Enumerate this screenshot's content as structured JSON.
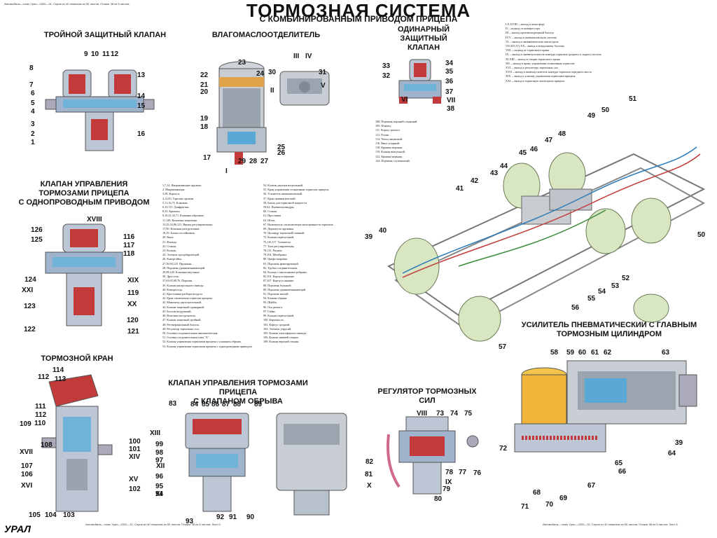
{
  "header": {
    "title": "ТОРМОЗНАЯ СИСТЕМА",
    "subtitle": "С КОМБИНИРОВАННЫМ ПРИВОДОМ ПРИЦЕПА",
    "top_note": "Автомобиль—тягач Урал—4320—31. Серия из 40 плакатов из 50 листов. Плакат 38 из 5 листов."
  },
  "sections": {
    "triple_valve": "ТРОЙНОЙ ЗАЩИТНЫЙ КЛАПАН",
    "moisture_separator": "ВЛАГОМАСЛООТДЕЛИТЕЛЬ",
    "single_valve": [
      "ОДИНАРНЫЙ ЗАЩИТНЫЙ",
      "КЛАПАН"
    ],
    "trailer_single_line": [
      "КЛАПАН УПРАВЛЕНИЯ",
      "ТОРМОЗАМИ ПРИЦЕПА",
      "С ОДНОПРОВОДНЫМ ПРИВОДОМ"
    ],
    "brake_valve": "ТОРМОЗНОЙ КРАН",
    "trailer_breakaway": [
      "КЛАПАН УПРАВЛЕНИЯ ТОРМОЗАМИ ПРИЦЕПА",
      "С КЛАПАНОМ ОБРЫВА"
    ],
    "force_regulator": "РЕГУЛЯТОР ТОРМОЗНЫХ СИЛ",
    "booster": [
      "УСИЛИТЕЛЬ ПНЕВМАТИЧЕСКИЙ С ГЛАВНЫМ",
      "ТОРМОЗНЫМ ЦИЛИНДРОМ"
    ]
  },
  "legend_roman": [
    "I,X,XVIII —выход в атмосферу",
    "II —подвод от компрессора",
    "III —выход противоподпорной баллон",
    "IV,V —выход в пневматическую систему",
    "VI —выход в пневматическую магистраль",
    "VII,XIV,XV,XX—выход в воздушному баллону",
    "VIII —подвод от тормозного крана",
    "IX —выход в пневмоусилители контура тормозов среднего и заднего мостов",
    "XI,XIII —выход в секции тормозного крана",
    "XII —выход в крану управления стояночным тормозом",
    "XVI —выход к регулятору тормозных сил",
    "XVII —выход в пневмоусилитель контура тормозов переднего моста",
    "XIX —выход к клапану управления тормозами прицепа",
    "XXI —выход в тормозную магистраль прицепа"
  ],
  "legend_parts_a": [
    "1,7,14. Направляющие пружин.",
    "2. Направляющая.",
    "3,38. Корпуса.",
    "4,12,83. Тарелки пружин.",
    "5,11,16,73. Клапаны.",
    "6,13,115. Диафрагмы.",
    "8,33. Крышки.",
    "9,10,31,32,71. Клапаны обратные.",
    "11,128. Колпачки защитные.",
    "13,25,34,86,121. Винты регулировочные.",
    "17,90. Клапаны разгрузочные.",
    "18,19. Блоки отстойников.",
    "20. Винт.",
    "21. Фильтр.",
    "22. Стакан.",
    "23. Колпак.",
    "24. Элемент адсорбирующий.",
    "26. Контргайка.",
    "27,36,94,123. Пружины.",
    "28. Поршень уравновешивающий.",
    "29,98,120. Клапаны впускные.",
    "30. Дроссель.",
    "37,63,65,68,76. Поршни.",
    "39. Клапан контрольного вывода.",
    "40. Компрессор.",
    "41. Крестовина разбора воздуха.",
    "42. Кран отключения тормозов прицепа.",
    "43. Манометр двухстрелочный.",
    "44. Клапан защитный одинарный.",
    "45. Баллон воздушный.",
    "46. Влагомаслоотделитель.",
    "47. Клапан защитный тройной.",
    "48. Регенерационный баллон.",
    "49. Регулятор тормозных сил.",
    "50. Головка соединительная автоматическая.",
    "51. Головка соединительная типа \"А\".",
    "52. Клапан управления тормозами прицепа с клапаном обрыва.",
    "53. Клапан управления тормозами прицепа с однопроводным приводом."
  ],
  "legend_parts_b": [
    "54. Клапан двухмагистральный.",
    "55. Кран управления стояночным тормозом прицепа.",
    "56. Усилитель пневматический.",
    "57. Кран пневматический.",
    "58. Бачок для тормозной жидкости.",
    "59,62. Пневмоцилиндры.",
    "60. Стакан.",
    "61. Проставка.",
    "64. Шток.",
    "67. Включатель сигнализатора неисправности тормозов.",
    "69. Держатель пружины.",
    "70. Цилиндр тормозной главный.",
    "72. Клапан перепускной.",
    "75,110,117. Толкатели.",
    "77. Тяга регулировочная.",
    "78,112. Рычаги.",
    "79,102. Мембраны.",
    "80. Цапфа шаровая.",
    "81. Поршень фиксирующий.",
    "82. Трубка соединительная.",
    "84. Кольцо с наклонными ребрами.",
    "85,101. Корпуса верхние.",
    "87,107. Корпуса нижние.",
    "88. Поршень большой.",
    "89. Поршень уравновешивающий.",
    "91. Поршень малый.",
    "92. Клапан обрыва.",
    "95. Шайба.",
    "96. Ось рычага.",
    "97. Гайка.",
    "99. Клапан перепускной.",
    "100. Коромысло.",
    "103. Корпус средний.",
    "104. Элемент упругий.",
    "105. Клапан атмосферного вывода.",
    "106. Клапан нижней секции.",
    "108. Клапан верхней секции."
  ],
  "legend_parts_c": [
    "108. Поршень верхний следящий.",
    "109. Фланец.",
    "111. Корпус рычага.",
    "113. Ролик.",
    "114. Чехол защитный.",
    "116. Винт упорный.",
    "118. Крышка верхняя.",
    "119. Клапан выпускной.",
    "122. Крышка нижняя.",
    "124. Поршень ступенчатый."
  ],
  "callouts": {
    "triple_valve": [
      "9",
      "10",
      "11",
      "12",
      "8",
      "13",
      "7",
      "6",
      "14",
      "5",
      "15",
      "4",
      "3",
      "2",
      "16",
      "1"
    ],
    "separator": [
      "22",
      "23",
      "24",
      "21",
      "20",
      "19",
      "18",
      "17",
      "25",
      "26",
      "27",
      "28",
      "29",
      "III",
      "IV",
      "30",
      "31",
      "II",
      "V",
      "I"
    ],
    "single_valve": [
      "33",
      "32",
      "34",
      "35",
      "36",
      "37",
      "VI",
      "VII",
      "38"
    ],
    "chassis": [
      "51",
      "50",
      "49",
      "48",
      "47",
      "46",
      "45",
      "44",
      "43",
      "42",
      "41",
      "40",
      "39",
      "52",
      "53",
      "54",
      "55",
      "56",
      "57",
      "50"
    ],
    "trailer_single": [
      "XVIII",
      "126",
      "125",
      "116",
      "117",
      "118",
      "124",
      "XIX",
      "XXI",
      "119",
      "XX",
      "123",
      "120",
      "122",
      "121"
    ],
    "brake_valve": [
      "114",
      "112",
      "113",
      "111",
      "112",
      "110",
      "109",
      "108",
      "XVII",
      "107",
      "106",
      "XVI",
      "105",
      "104",
      "103",
      "100",
      "101",
      "XIV",
      "XV",
      "102"
    ],
    "trailer_break": [
      "83",
      "84",
      "85",
      "86",
      "87",
      "88",
      "89",
      "XIII",
      "99",
      "98",
      "97",
      "XII",
      "96",
      "95",
      "XI",
      "94",
      "93",
      "92",
      "91",
      "90"
    ],
    "regulator": [
      "VIII",
      "73",
      "74",
      "75",
      "82",
      "81",
      "X",
      "80",
      "79",
      "IX",
      "78",
      "77",
      "76"
    ],
    "booster": [
      "58",
      "59",
      "60",
      "61",
      "62",
      "63",
      "72",
      "64",
      "65",
      "66",
      "67",
      "68",
      "69",
      "70",
      "71",
      "39"
    ]
  },
  "footer": {
    "logo": "УРАЛ",
    "left_note": "Автомобиль—тягач Урал—4320—31. Серия из 40 плакатов из 50 листов. Плакат 38 из 5 листов. Лист 5.",
    "right_note": "Автомобиль—тягач Урал—4320—31. Серия из 40 плакатов из 50 листов. Плакат 38 из 5 листов. Лист 5."
  }
}
